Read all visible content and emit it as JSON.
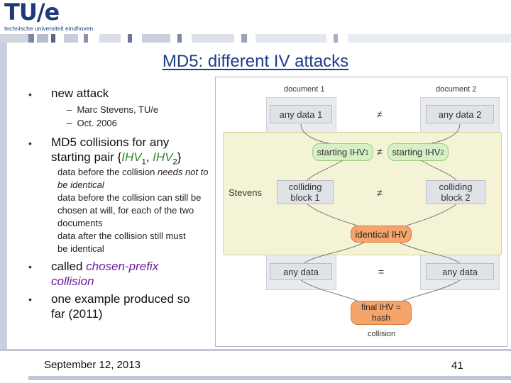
{
  "logo": {
    "mark": "TU/e",
    "subtitle": "technische universiteit eindhoven"
  },
  "title": "MD5: different IV attacks",
  "bullets": {
    "b1": "new attack",
    "b1_subs": [
      "Marc Stevens, TU/e",
      "Oct. 2006"
    ],
    "b2_a": "MD5 collisions for any",
    "b2_b": "starting pair {",
    "ihv1": "IHV",
    "sub1": "1",
    "comma": ", ",
    "ihv2": "IHV",
    "sub2": "2",
    "close": "}",
    "p1_a": "data before the collision ",
    "p1_b": "needs not to be identical",
    "p2": "data before the collision can still be chosen at will, for each of the two documents",
    "p3": "data after the collision still must be identical",
    "b3_a": "called ",
    "b3_b": "chosen-prefix collision",
    "b4": "one example produced so far (2011)"
  },
  "diagram": {
    "document1": "document 1",
    "document2": "document 2",
    "any_data_1": "any data 1",
    "any_data_2": "any data 2",
    "neq1": "≠",
    "starting1": "starting IHV",
    "starting1_sub": "1",
    "neq2": "≠",
    "starting2": "starting IHV",
    "starting2_sub": "2",
    "stevens": "Stevens",
    "colliding1": "colliding block 1",
    "colliding2": "colliding block 2",
    "neq3": "≠",
    "identical": "identical IHV",
    "any_data_a": "any data",
    "eq": "=",
    "any_data_b": "any data",
    "final": "final IHV = hash",
    "collision": "collision"
  },
  "footer": {
    "date": "September 12, 2013",
    "page": "41"
  }
}
